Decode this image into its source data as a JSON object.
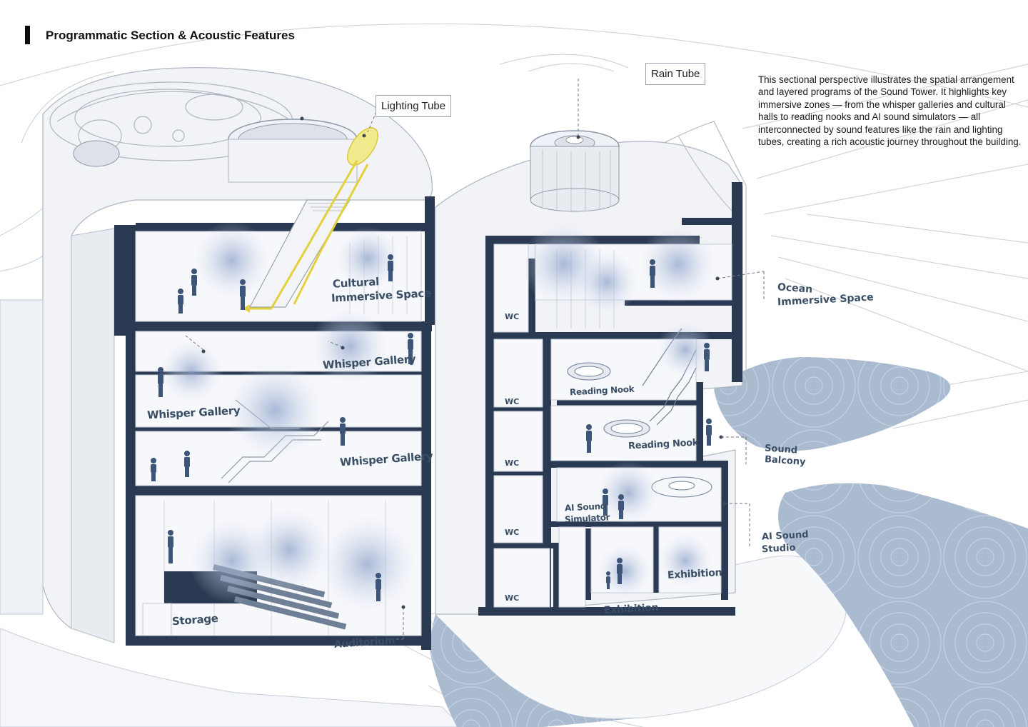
{
  "title": "Programmatic Section & Acoustic Features",
  "description": "This sectional perspective illustrates the spatial arrangement and layered programs of the Sound Tower. It highlights key immersive zones — from the whisper galleries and cultural halls to reading nooks and AI sound simulators — all interconnected by sound features like the rain and lighting tubes, creating a rich acoustic journey throughout the building.",
  "callouts": {
    "lighting_tube": "Lighting Tube",
    "rain_tube": "Rain Tube"
  },
  "rooms": {
    "cultural_1": "Cultural",
    "cultural_2": "Immersive Space",
    "whisper_gallery_upper": "Whisper Gallery",
    "whisper_gallery_left": "Whisper Gallery",
    "whisper_gallery_lower": "Whisper Gallery",
    "storage": "Storage",
    "auditorium": "Auditorium",
    "reading_nook_upper": "Reading Nook",
    "reading_nook_lower": "Reading Nook",
    "ai_sim_1": "AI Sound",
    "ai_sim_2": "Simulator",
    "exhibition_inner": "Exhibition",
    "exhibition_base": "Exhibition",
    "wc": [
      "WC",
      "WC",
      "WC",
      "WC",
      "WC"
    ]
  },
  "side_labels": {
    "ocean_1": "Ocean",
    "ocean_2": "Immersive Space",
    "balcony_1": "Sound",
    "balcony_2": "Balcony",
    "studio_1": "AI Sound",
    "studio_2": "Studio"
  },
  "colors": {
    "structure": "#2a3a52",
    "label": "#3a4f66",
    "water": "#aabbd0",
    "sound_halo": "#b6c4df",
    "lighting_tube": "#e8d84a",
    "line": "#b9c0ca"
  }
}
